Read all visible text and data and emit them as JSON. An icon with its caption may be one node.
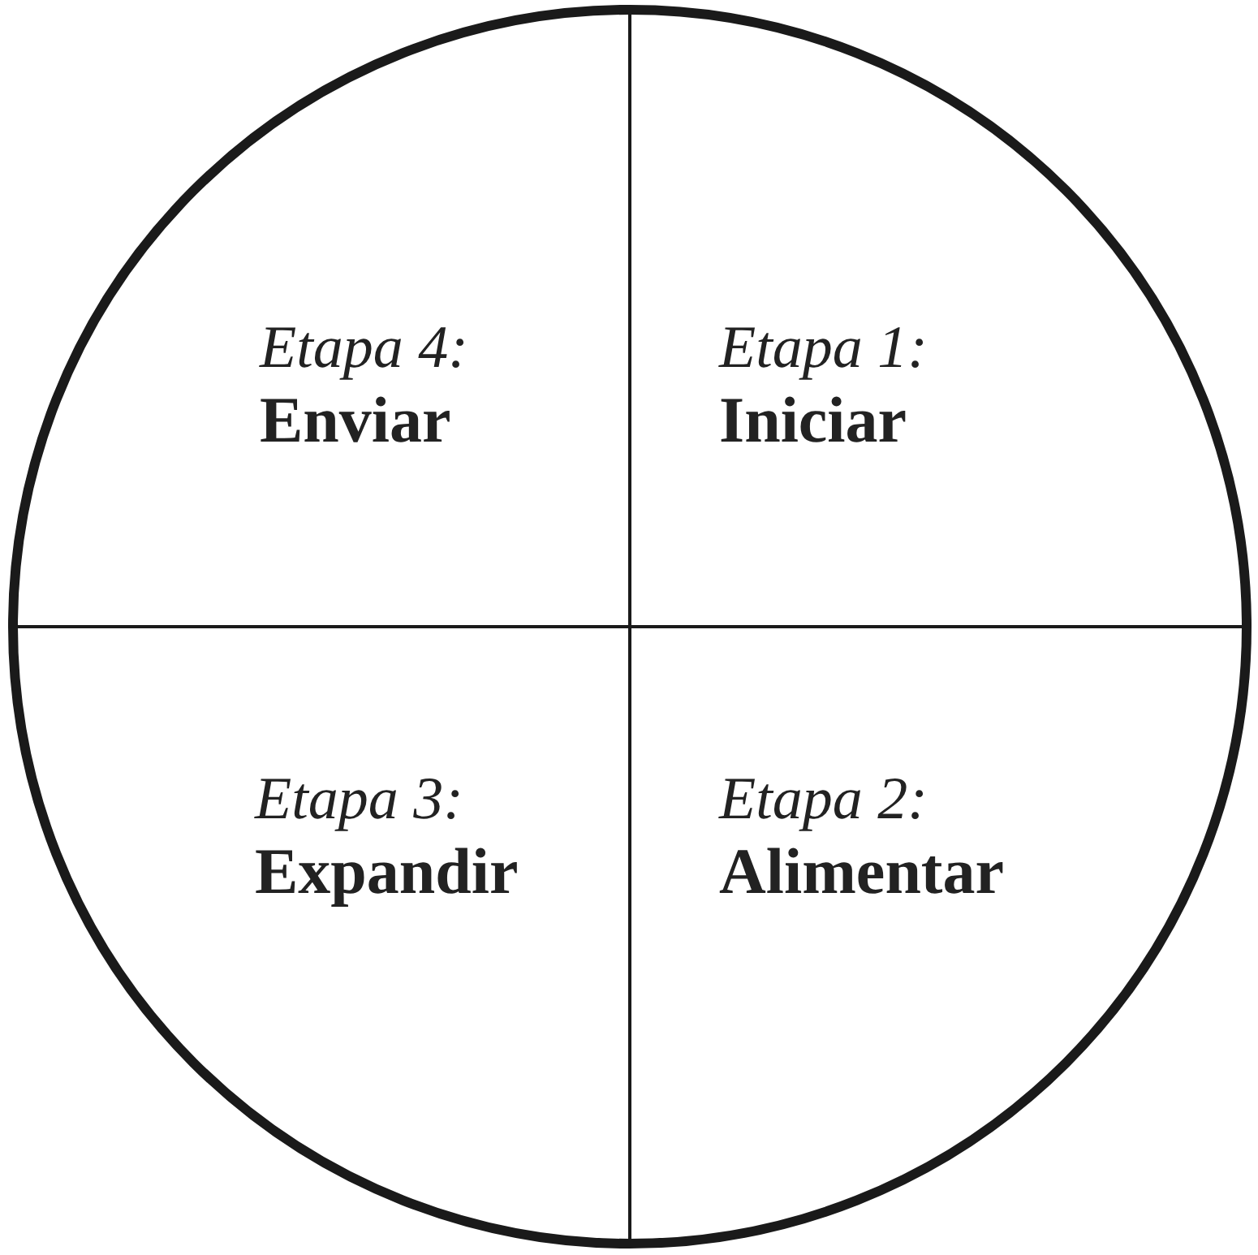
{
  "diagram": {
    "nodes": [
      {
        "text": [],
        "shape": "circle"
      },
      {
        "text": [
          "Etapa 4:",
          "Enviar"
        ],
        "in": 0
      },
      {
        "text": [
          "Etapa 1:",
          "Iniciar"
        ],
        "in": 0
      },
      {
        "text": [
          "Etapa 3:",
          "Expandir"
        ],
        "in": 0
      },
      {
        "text": [
          "Etapa 2:",
          "Alimentar"
        ],
        "in": 0
      }
    ]
  }
}
